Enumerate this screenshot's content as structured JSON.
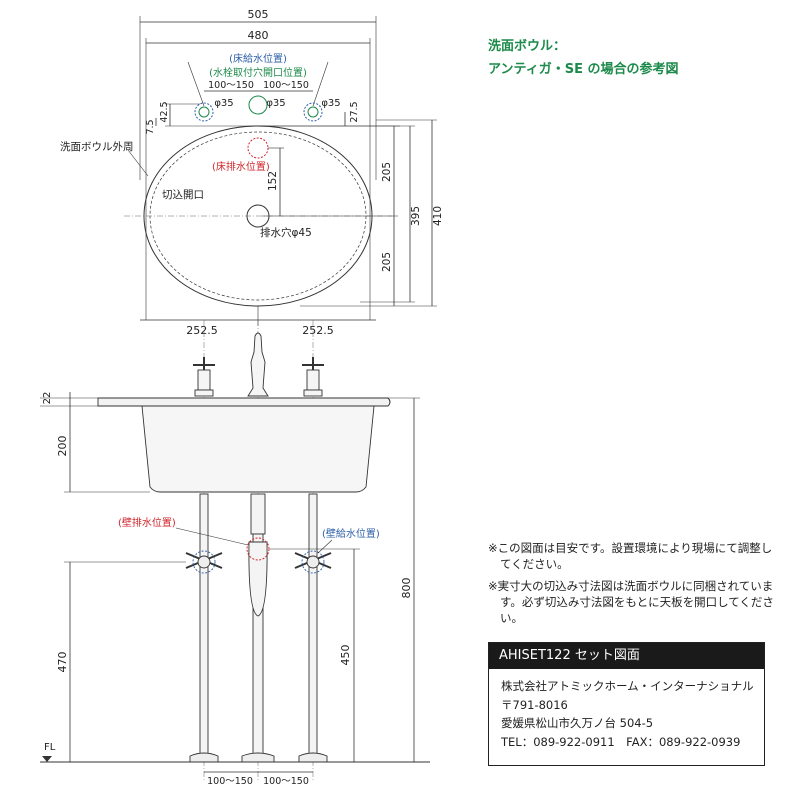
{
  "title": {
    "line1": "洗面ボウル：",
    "line2": "アンティガ・SE の場合の参考図"
  },
  "top_view": {
    "dim_outer_width": "505",
    "dim_inner_width": "480",
    "label_floor_supply": "(床給水位置)",
    "label_faucet_hole": "(水栓取付穴開口位置)",
    "dim_spacing_left": "100～150",
    "dim_spacing_right": "100～150",
    "hole_left": "φ35",
    "hole_center": "φ35",
    "hole_right": "φ35",
    "dim_42_5": "42.5",
    "dim_7_5": "7.5",
    "dim_27_5": "27.5",
    "label_bowl_outline": "洗面ボウル外周",
    "label_cutout": "切込開口",
    "label_floor_drain": "(床排水位置)",
    "dim_152": "152",
    "dim_205_top": "205",
    "dim_205_bottom": "205",
    "dim_395": "395",
    "dim_410": "410",
    "label_drain_hole": "排水穴φ45",
    "dim_half_left": "252.5",
    "dim_half_right": "252.5"
  },
  "front_view": {
    "dim_22": "22",
    "dim_200": "200",
    "label_wall_drain": "(壁排水位置)",
    "label_wall_supply": "(壁給水位置)",
    "dim_800": "800",
    "dim_470": "470",
    "dim_450": "450",
    "label_fl": "FL",
    "dim_bottom_left": "100～150",
    "dim_bottom_right": "100～150"
  },
  "notes": [
    "※この図面は目安です。設置環境により現場にて調整してください。",
    "※実寸大の切込み寸法図は洗面ボウルに同梱されています。必ず切込み寸法図をもとに天板を開口してください。"
  ],
  "info": {
    "heading": "AHISET122 セット図面",
    "company": "株式会社アトミックホーム・インターナショナル",
    "postal": "〒791-8016",
    "address": "愛媛県松山市久万ノ台 504-5",
    "contact": "TEL：089-922-0911　FAX：089-922-0939"
  },
  "colors": {
    "title": "#1c8a4a",
    "supply_label": "#2c5fa8",
    "drain_label": "#d0262b",
    "faucet_label": "#1c8a4a"
  }
}
